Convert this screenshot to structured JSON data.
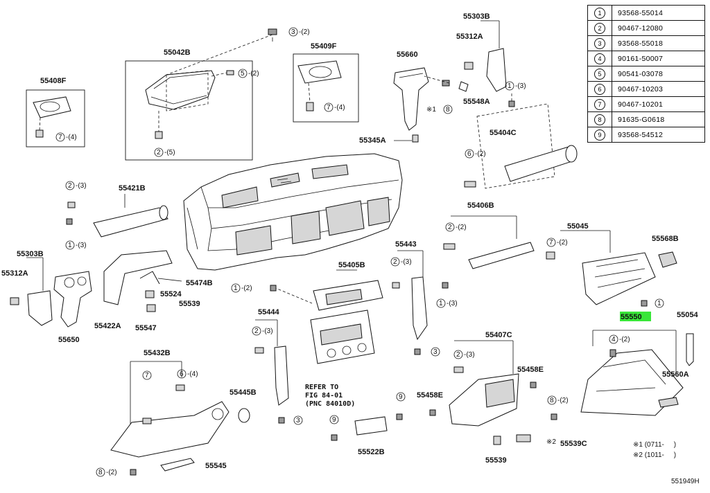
{
  "diagram_code": "551949H",
  "legend": [
    {
      "n": "1",
      "part": "93568-55014"
    },
    {
      "n": "2",
      "part": "90467-12080"
    },
    {
      "n": "3",
      "part": "93568-55018"
    },
    {
      "n": "4",
      "part": "90161-50007"
    },
    {
      "n": "5",
      "part": "90541-03078"
    },
    {
      "n": "6",
      "part": "90467-10203"
    },
    {
      "n": "7",
      "part": "90467-10201"
    },
    {
      "n": "8",
      "part": "91635-G0618"
    },
    {
      "n": "9",
      "part": "93568-54512"
    }
  ],
  "labels": {
    "p55042B": "55042B",
    "p55409F": "55409F",
    "p55660": "55660",
    "p55303B_top": "55303B",
    "p55312A_top": "55312A",
    "p55408F": "55408F",
    "p55548A": "55548A",
    "p55345A": "55345A",
    "p55404C": "55404C",
    "p55421B": "55421B",
    "p55406B": "55406B",
    "p55045": "55045",
    "p55568B": "55568B",
    "p55303B_left": "55303B",
    "p55312A_left": "55312A",
    "p55443": "55443",
    "p55474B": "55474B",
    "p55405B": "55405B",
    "p55524": "55524",
    "p55539_mid": "55539",
    "p55422A": "55422A",
    "p55547": "55547",
    "p55650": "55650",
    "p55444": "55444",
    "p55550": "55550",
    "p55054": "55054",
    "p55407C": "55407C",
    "p55432B": "55432B",
    "p55458E_a": "55458E",
    "p55458E_b": "55458E",
    "p55560A": "55560A",
    "p55445B": "55445B",
    "p55522B": "55522B",
    "p55539C": "55539C",
    "p55539_bot": "55539",
    "p55545": "55545"
  },
  "qty": {
    "q3_2": "-(2)",
    "q5_2": "-(2)",
    "q7_4a": "-(4)",
    "q7_4b": "-(4)",
    "q2_5": "-(5)",
    "q1_3a": "-(3)",
    "q6_2a": "-(2)",
    "q2_3a": "-(3)",
    "q1_3b": "-(3)",
    "q2_2a": "-(2)",
    "q7_2a": "-(2)",
    "q2_3b": "-(3)",
    "q1_3c": "-(3)",
    "q2_3c": "-(3)",
    "q3_a": "3",
    "q2_3d": "-(3)",
    "q4_2": "-(2)",
    "q1_2": "-(2)",
    "q6_4": "-(4)",
    "q3_b": "3",
    "q8_2a": "-(2)",
    "q8_2b": "-(2)",
    "q1_a": "1",
    "q9_a": "9",
    "q9_b": "9"
  },
  "refer_note": [
    "REFER TO",
    "FIG 84-01",
    "(PNC 84010D)"
  ],
  "footnotes": [
    "※1 (0711-     )",
    "※2 (1011-     )"
  ],
  "markers": {
    "m1": "※1",
    "m2": "※2"
  },
  "colors": {
    "highlight": "#39e639",
    "ink": "#111111"
  }
}
